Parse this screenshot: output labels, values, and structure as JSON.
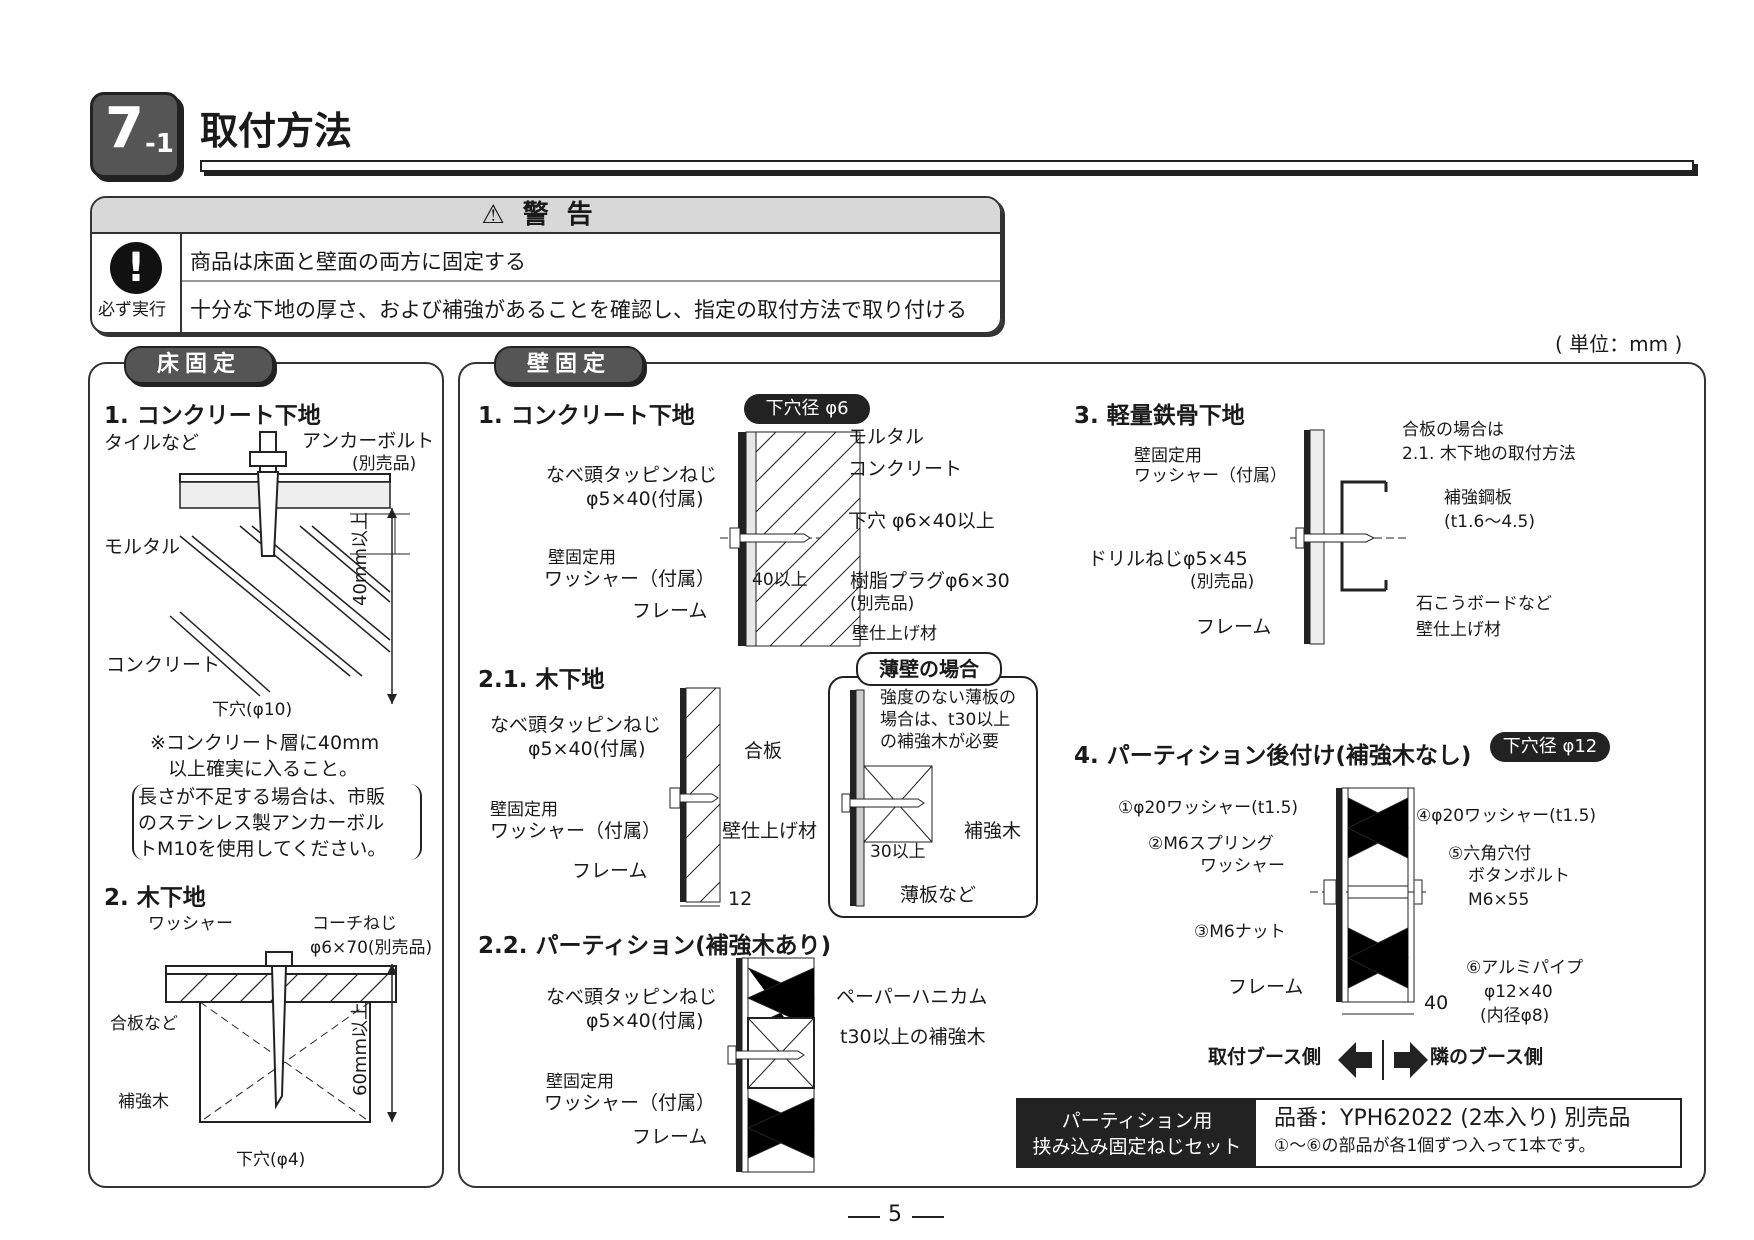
{
  "header": {
    "badge_main": "7",
    "badge_sub": "-1",
    "title": "取付方法"
  },
  "warning": {
    "heading": "⚠警告",
    "icon_label": "必ず実行",
    "line1": "商品は床面と壁面の両方に固定する",
    "line2": "十分な下地の厚さ、および補強があることを確認し、指定の取付方法で取り付ける"
  },
  "unit_note": "( 単位：mm )",
  "floor": {
    "tab": "床固定",
    "s1": {
      "title": "1. コンクリート下地",
      "tile": "タイルなど",
      "anchor": "アンカーボルト",
      "anchor_sub": "(別売品)",
      "mortar": "モルタル",
      "concrete": "コンクリート",
      "dim": "40mm以上",
      "hole": "下穴(φ10)",
      "note1": "※コンクリート層に40mm",
      "note2": "以上確実に入ること。",
      "note3": "長さが不足する場合は、市販",
      "note4": "のステンレス製アンカーボル",
      "note5": "トM10を使用してください。"
    },
    "s2": {
      "title": "2. 木下地",
      "washer": "ワッシャー",
      "coach": "コーチねじ",
      "coach_sub": "φ6×70(別売品)",
      "plywood": "合板など",
      "reinforce": "補強木",
      "dim": "60mm以上",
      "hole": "下穴(φ4)"
    }
  },
  "wall": {
    "tab": "壁固定",
    "c1": {
      "title": "1. コンクリート下地",
      "pill": "下穴径 φ6",
      "mortar": "モルタル",
      "concrete": "コンクリート",
      "screw1": "なべ頭タッピンねじ",
      "screw2": "φ5×40(付属)",
      "hole": "下穴 φ6×40以上",
      "washer1": "壁固定用",
      "washer2": "ワッシャー（付属）",
      "dim": "40以上",
      "plug1": "樹脂プラグφ6×30",
      "plug2": "(別売品)",
      "frame": "フレーム",
      "finish": "壁仕上げ材"
    },
    "w21": {
      "title": "2.1. 木下地",
      "screw1": "なべ頭タッピンねじ",
      "screw2": "φ5×40(付属)",
      "plywood": "合板",
      "washer1": "壁固定用",
      "washer2": "ワッシャー（付属）",
      "finish": "壁仕上げ材",
      "frame": "フレーム",
      "dim": "12"
    },
    "thin": {
      "title": "薄壁の場合",
      "note1": "強度のない薄板の",
      "note2": "場合は、t30以上",
      "note3": "の補強木が必要",
      "reinforce": "補強木",
      "dim": "30以上",
      "board": "薄板など"
    },
    "w22": {
      "title": "2.2. パーティション(補強木あり)",
      "screw1": "なべ頭タッピンねじ",
      "screw2": "φ5×40(付属)",
      "honeycomb": "ペーパーハニカム",
      "reinforce": "t30以上の補強木",
      "washer1": "壁固定用",
      "washer2": "ワッシャー（付属）",
      "frame": "フレーム"
    },
    "c3": {
      "title": "3. 軽量鉄骨下地",
      "ply1": "合板の場合は",
      "ply2": "2.1. 木下地の取付方法",
      "washer1": "壁固定用",
      "washer2": "ワッシャー（付属）",
      "steel1": "補強鋼板",
      "steel2": "(t1.6〜4.5)",
      "drill1": "ドリルねじφ5×45",
      "drill2": "(別売品)",
      "gypsum": "石こうボードなど",
      "frame": "フレーム",
      "finish": "壁仕上げ材"
    },
    "c4": {
      "title": "4. パーティション後付け(補強木なし)",
      "pill": "下穴径 φ12",
      "p1": "①φ20ワッシャー(t1.5)",
      "p2a": "②M6スプリング",
      "p2b": "ワッシャー",
      "p3": "③M6ナット",
      "p4": "④φ20ワッシャー(t1.5)",
      "p5a": "⑤六角穴付",
      "p5b": "ボタンボルト",
      "p5c": "M6×55",
      "p6a": "⑥アルミパイプ",
      "p6b": "φ12×40",
      "p6c": "(内径φ8)",
      "frame": "フレーム",
      "dim": "40",
      "left_booth": "取付ブース側",
      "right_booth": "隣のブース側"
    },
    "set": {
      "left1": "パーティション用",
      "left2": "挟み込み固定ねじセット",
      "part": "品番：YPH62022 (2本入り) 別売品",
      "note": "①〜⑥の部品が各1個ずつ入って1本です。"
    }
  },
  "page_number": "5"
}
